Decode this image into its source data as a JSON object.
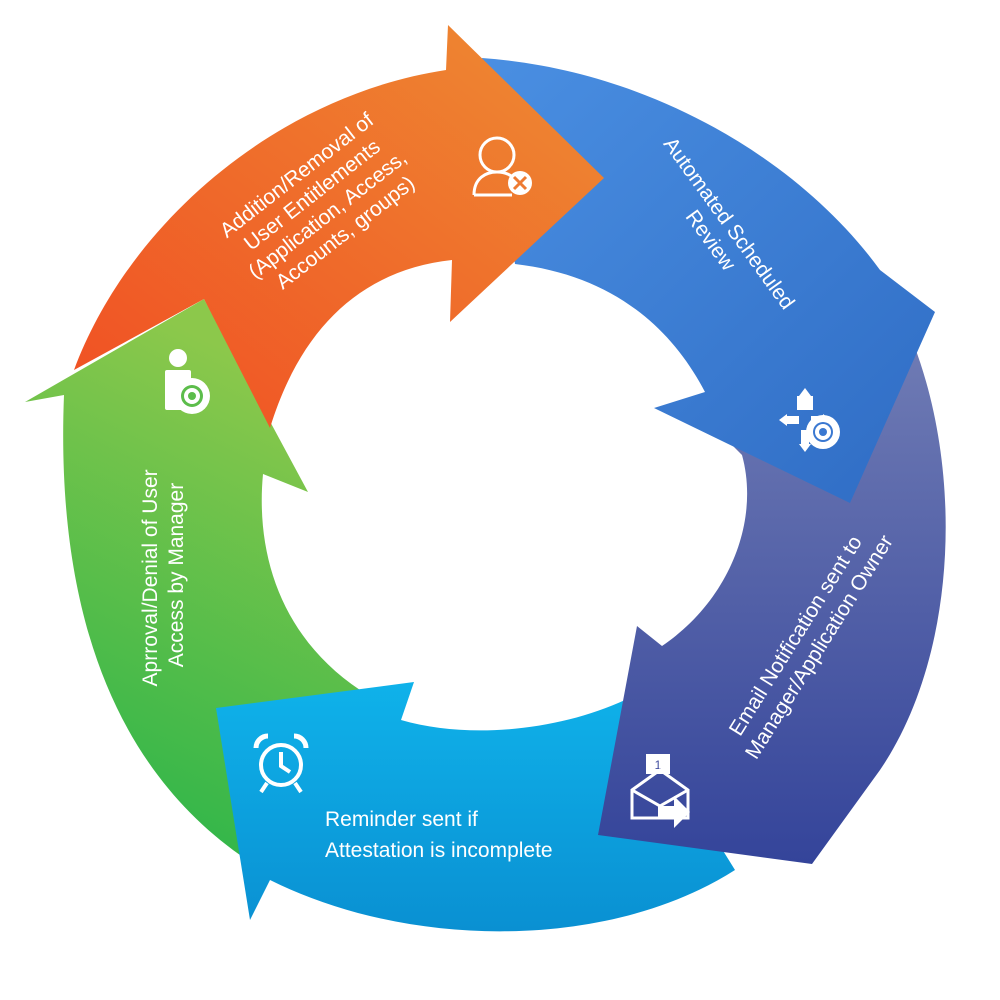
{
  "segments": [
    {
      "id": "entitlements",
      "lines": [
        "Addition/Removal of",
        "User Entitlements",
        "(Application, Access,",
        "Accounts, groups)"
      ],
      "icon": "user-remove-icon",
      "colors": [
        "#f04e23",
        "#ee8c33"
      ]
    },
    {
      "id": "scheduled-review",
      "lines": [
        "Automated Scheduled",
        "Review"
      ],
      "icon": "workflow-gear-icon",
      "colors": [
        "#4a8fe2",
        "#2f6cc4"
      ]
    },
    {
      "id": "email-notification",
      "lines": [
        "Email Notification sent to",
        "Manager/Application Owner"
      ],
      "icon": "email-forward-icon",
      "colors": [
        "#6f7bb4",
        "#34449a"
      ]
    },
    {
      "id": "reminder",
      "lines": [
        "Reminder sent if",
        "Attestation is incomplete"
      ],
      "icon": "alarm-clock-icon",
      "colors": [
        "#0fb2ea",
        "#0a90d2"
      ]
    },
    {
      "id": "approval",
      "lines": [
        "Aprroval/Denial of User",
        "Access by Manager"
      ],
      "icon": "user-gear-icon",
      "colors": [
        "#22b34a",
        "#8cc84b"
      ]
    }
  ]
}
